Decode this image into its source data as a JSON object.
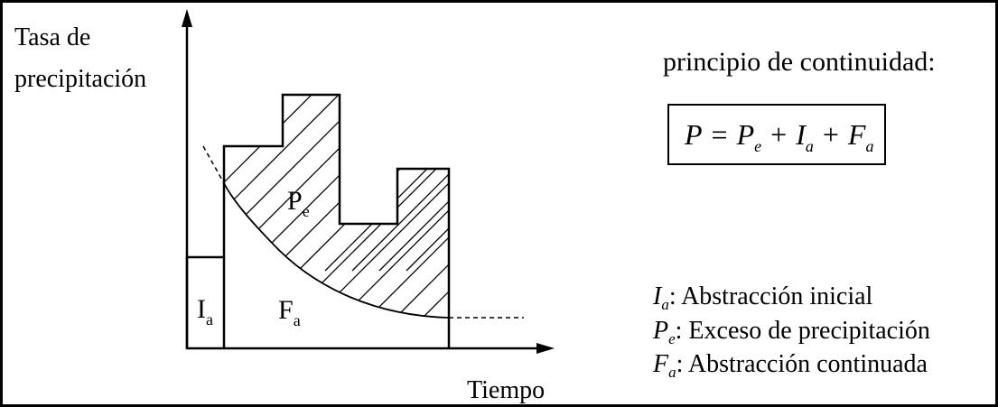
{
  "axes": {
    "y_label_line1": "Tasa de",
    "y_label_line2": "precipitación",
    "x_label": "Tiempo"
  },
  "regions": {
    "initial_abstraction": {
      "base": "I",
      "sub": "a"
    },
    "excess": {
      "base": "P",
      "sub": "e"
    },
    "continuing_abstraction": {
      "base": "F",
      "sub": "a"
    }
  },
  "principle": {
    "heading": "principio de continuidad:",
    "equation": {
      "lhs": "P",
      "eq": "=",
      "t1": {
        "base": "P",
        "sub": "e"
      },
      "plus1": "+",
      "t2": {
        "base": "I",
        "sub": "a"
      },
      "plus2": "+",
      "t3": {
        "base": "F",
        "sub": "a"
      }
    }
  },
  "legend": [
    {
      "base": "I",
      "sub": "a",
      "text": ":  Abstracción inicial"
    },
    {
      "base": "P",
      "sub": "e",
      "text": ": Exceso de precipitación"
    },
    {
      "base": "F",
      "sub": "a",
      "text": ": Abstracción continuada"
    }
  ]
}
